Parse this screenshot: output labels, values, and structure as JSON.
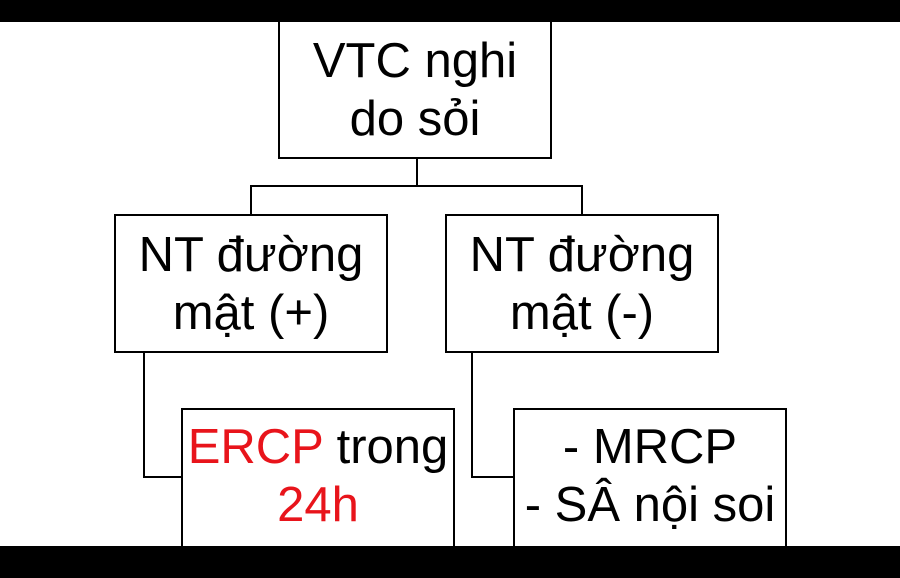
{
  "diagram": {
    "root": {
      "line1": "VTC nghi",
      "line2": "do sỏi"
    },
    "left": {
      "line1": "NT đường",
      "line2": "mật (+)"
    },
    "right": {
      "line1": "NT đường",
      "line2": "mật (-)"
    },
    "left_child": {
      "highlight": "ERCP",
      "rest": " trong",
      "line2": "24h"
    },
    "right_child": {
      "line1": "- MRCP",
      "line2": "- SÂ nội soi"
    }
  },
  "colors": {
    "highlight": "#e8141b",
    "line": "#000000",
    "band": "#000000"
  }
}
